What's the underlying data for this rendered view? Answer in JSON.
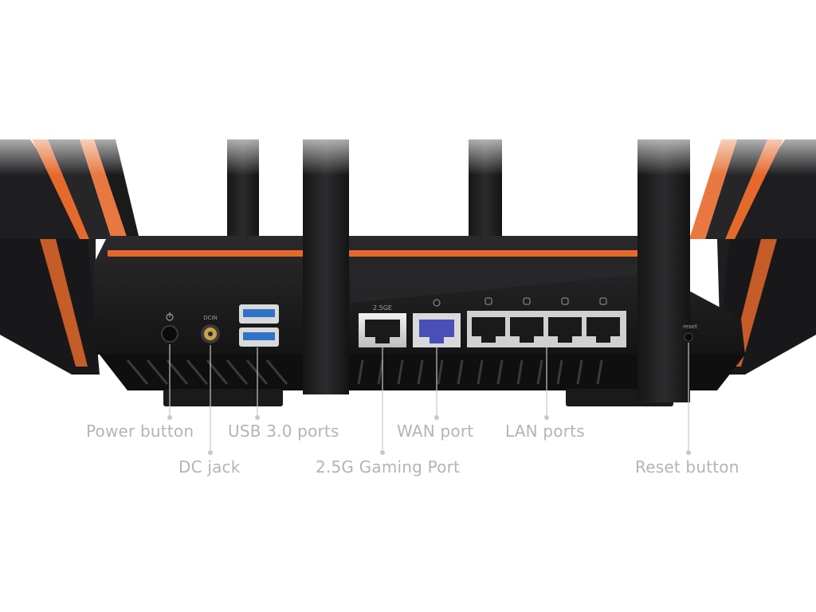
{
  "panel": {
    "port_labels": {
      "gaming": "2.5GE",
      "reset": "reset"
    }
  },
  "callouts": {
    "power_button": "Power button",
    "dc_jack": "DC jack",
    "usb_ports": "USB 3.0 ports",
    "gaming_port": "2.5G Gaming Port",
    "wan_port": "WAN port",
    "lan_ports": "LAN ports",
    "reset_button": "Reset button"
  },
  "colors": {
    "body": "#1c1c1e",
    "body_dark": "#0f0f10",
    "accent_orange": "#e5692a",
    "usb_blue": "#2f73c9",
    "wan_blue": "#4a4fb8",
    "callout_text": "#b4b4b4",
    "leader_line": "#c8c8c8"
  }
}
